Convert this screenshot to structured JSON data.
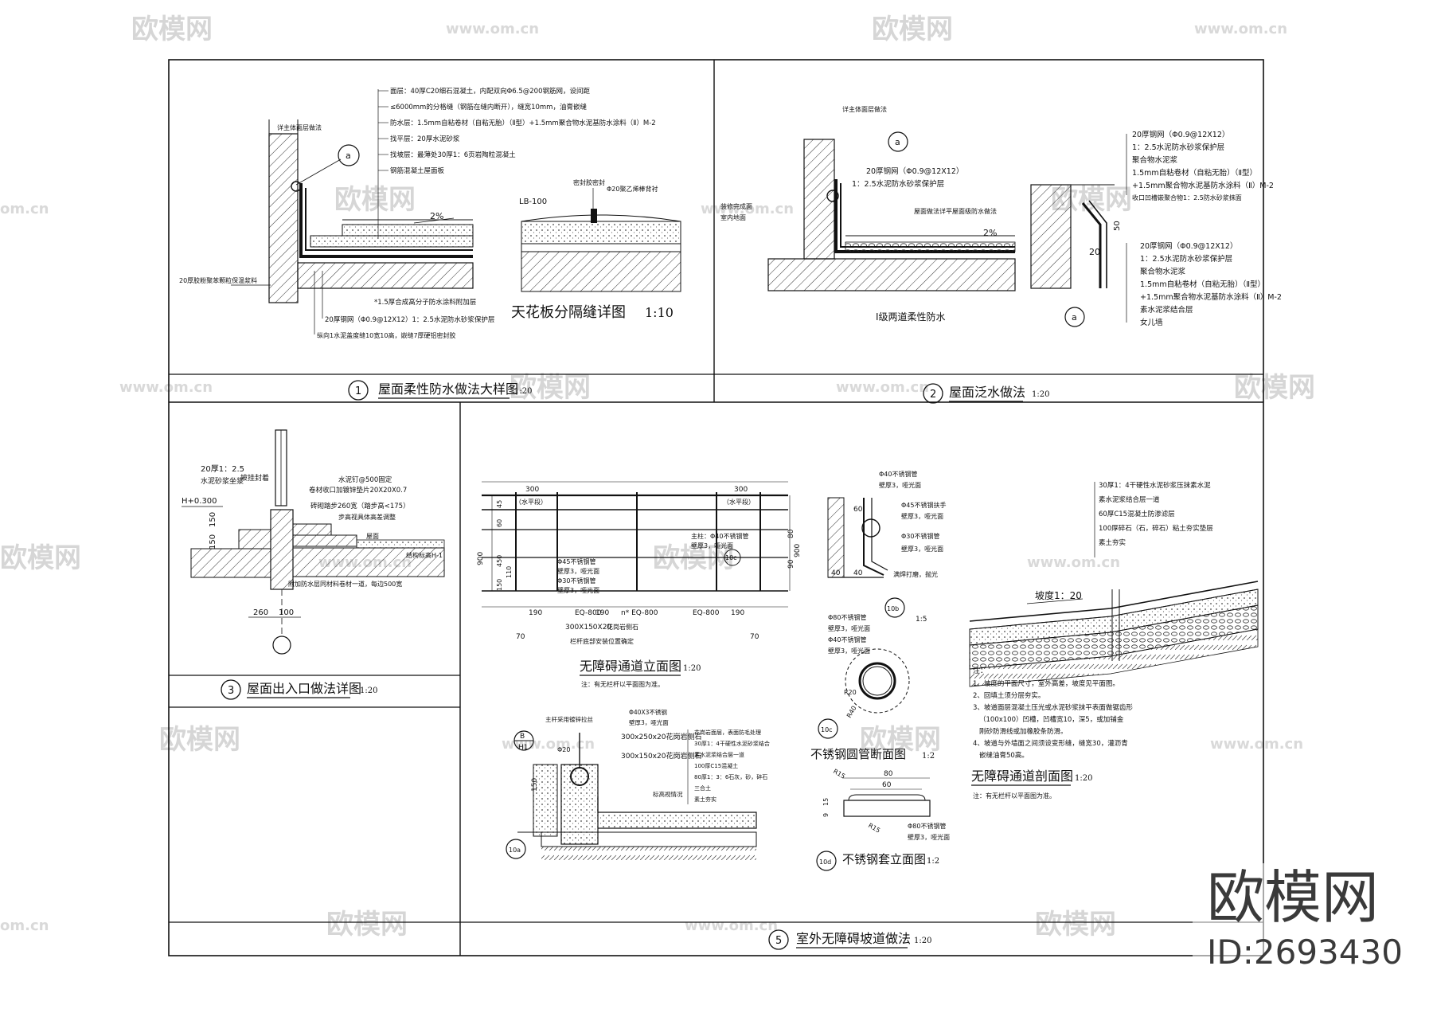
{
  "watermark": {
    "brand": "欧模网",
    "url": "www.om.cn",
    "url_short": "om.cn",
    "id_label": "ID:2693430"
  },
  "panel1": {
    "num": "1",
    "title": "屋面柔性防水做法大样图",
    "scale": "1:20",
    "notes": [
      "面层：40厚C20细石混凝土，内配双向Φ6.5@200钢筋网，设间距",
      "≤6000mm的分格缝（钢筋在缝内断开），缝宽10mm，油膏嵌缝",
      "防水层：1.5mm自粘卷材（自粘无胎）（Ⅱ型）+1.5mm聚合物水泥基防水涂料（Ⅱ）M-2",
      "找平层：20厚水泥砂浆",
      "找坡层：最薄处30厚1：6页岩陶粒混凝土",
      "钢筋混凝土屋面板"
    ],
    "parapet_note": "详主体面层做法",
    "insulation_note": "20厚胶粉聚苯颗粒保温浆料",
    "bottom_notes": [
      "*1.5厚合成高分子防水涂料附加层",
      "20厚钢网（Φ0.9@12X12）1：2.5水泥防水砂浆保护层",
      "纵向1水泥盖度缝10宽10高，嵌缝7厚硬铝密封胶"
    ],
    "slope": "2%",
    "callout": "a"
  },
  "ceiling_joint": {
    "title": "天花板分隔缝详图",
    "scale": "1:10",
    "label_lb": "LB-100",
    "label_seal": "密封胶密封",
    "label_rod": "Φ20聚乙烯棒背衬"
  },
  "panel2": {
    "num": "2",
    "title": "屋面泛水做法",
    "scale": "1:20",
    "wall_note": "详主体面层做法",
    "mesh_note": "20厚钢网（Φ0.9@12X12）",
    "mortar_note": "1：2.5水泥防水砂浆保护层",
    "roof_note": "屋面做法详平屋面级防水做法",
    "finish_note": "装修完成面",
    "floor_note": "室内地面",
    "slope": "2%",
    "caption": "Ⅰ级两道柔性防水",
    "callout": "a",
    "detail_notes_top": [
      "20厚钢网（Φ0.9@12X12）",
      "1：2.5水泥防水砂浆保护层",
      "聚合物水泥浆",
      "1.5mm自粘卷材（自粘无胎）（Ⅱ型）",
      "+1.5mm聚合物水泥基防水涂料（Ⅱ）M-2",
      "收口凹槽嵌聚合物1：2.5防水砂浆抹面"
    ],
    "detail_notes_bottom": [
      "20厚钢网（Φ0.9@12X12）",
      "1：2.5水泥防水砂浆保护层",
      "聚合物水泥浆",
      "1.5mm自粘卷材（自粘无胎）（Ⅱ型）",
      "+1.5mm聚合物水泥基防水涂料（Ⅱ）M-2",
      "素水泥浆结合层",
      "女儿墙"
    ],
    "dim_50": "50",
    "dim_20": "20"
  },
  "panel3": {
    "num": "3",
    "title": "屋面出入口做法详图",
    "scale": "1:20",
    "labels": [
      "披挂封着",
      "20厚1：2.5",
      "水泥砂浆坐浆",
      "水泥钉@500固定",
      "卷材收口加镀锌垫片20X20X0.7",
      "砖砌踏步260宽（踏步高<175）",
      "步高视具体高差调整",
      "屋面",
      "结构标高H-1",
      "附加防水层同材料卷材一道，每边500宽"
    ],
    "elev": "H+0.300",
    "dim_150a": "150",
    "dim_150b": "150",
    "dim_260": "260",
    "dim_100": "100"
  },
  "ramp_elevation": {
    "title": "无障碍通道立面图",
    "scale": "1:20",
    "note": "注：有无栏杆以平面图为准。",
    "dims": {
      "top_left": "300",
      "top_right": "300",
      "level_left": "（水平段）",
      "level_right": "（水平段）",
      "h900a": "900",
      "h900b": "900",
      "h45": "45",
      "h60": "60",
      "h450": "450",
      "h150": "150",
      "h110": "110",
      "b190a": "190",
      "b190b": "190",
      "b190c": "190",
      "eq1": "EQ-800",
      "eq2": "n* EQ-800",
      "eq3": "EQ-800",
      "b70a": "70",
      "b70b": "70"
    },
    "labels": [
      "Φ45不锈钢管",
      "壁厚3，哑光面",
      "Φ30不锈钢管",
      "壁厚3，哑光面",
      "主柱：Φ40不锈钢管",
      "壁厚3，哑光面",
      "300X150X20",
      "花岗岩侧石",
      "栏杆底部安装位置确定"
    ],
    "callout": "10c"
  },
  "detail_10b": {
    "callout": "10b",
    "scale": "1:5",
    "labels": [
      "Φ40不锈钢管",
      "壁厚3，哑光面",
      "Φ45不锈钢扶手",
      "壁厚3，哑光面",
      "Φ30不锈钢管",
      "壁厚3，哑光面",
      "满焊打磨，抛光"
    ],
    "dim_60": "60",
    "dim_40a": "40",
    "dim_40b": "40",
    "dim_80": "80",
    "dim_90": "90"
  },
  "detail_10c": {
    "callout": "10c",
    "title": "不锈钢圆管断面图",
    "scale": "1:2",
    "labels": [
      "Φ80不锈钢管",
      "壁厚3，哑光面",
      "Φ40不锈钢管",
      "壁厚3，哑光面"
    ],
    "r20": "R20",
    "r40": "R40"
  },
  "detail_10d": {
    "callout": "10d",
    "title": "不锈钢套立面图",
    "scale": "1:2",
    "dim_80": "80",
    "dim_60": "60",
    "dim_15": "15",
    "dim_9": "9",
    "r15a": "R15",
    "r15b": "R15",
    "labels": [
      "Φ80不锈钢管",
      "壁厚3，哑光面"
    ]
  },
  "detail_10a": {
    "callout": "10a",
    "ref_top": "B",
    "ref_bottom": "H1",
    "labels": [
      "主杆采用镀锌拉丝",
      "Φ40X3不锈钢",
      "壁厚3，哑光面",
      "300x250x20花岗岩侧石",
      "300x150x20花岗岩侧石",
      "标高视情况",
      "花岗岩面层，表面防毛处理",
      "30厚1：4干硬性水泥砂浆结合",
      "素水泥浆结合层一道",
      "100厚C15混凝土",
      "80厚1：3：6石灰，砂，碎石",
      "三合土",
      "素土夯实"
    ],
    "d150": "150",
    "dphi": "Φ20"
  },
  "ramp_section": {
    "title": "无障碍通道剖面图",
    "scale": "1:20",
    "slope": "坡度1：20",
    "layers": [
      "30厚1：4干硬性水泥砂浆压抹素水泥",
      "素水泥浆结合层一道",
      "60厚C15混凝土防渗滤层",
      "100厚碎石（石，碎石）粘土夯实垫层",
      "素土夯实"
    ],
    "notes_title": "注：",
    "notes": [
      "1、坡度的平面尺寸，室外高差，坡度见平面图。",
      "2、回填土须分层夯实。",
      "3、坡道面层混凝土压光或水泥砂浆抹平表面做锯齿形",
      "（100x100）凹槽，凹槽宽10，深5，或加铺金",
      "刚砂防滑线或加橡胶条防滑。",
      "4、坡道与外墙面之间须设变形缝，缝宽30，灌沥青",
      "嵌缝油膏50高。"
    ],
    "foot_note": "注：有无栏杆以平面图为准。"
  },
  "panel5": {
    "num": "5",
    "title": "室外无障碍坡道做法",
    "scale": "1:20"
  }
}
